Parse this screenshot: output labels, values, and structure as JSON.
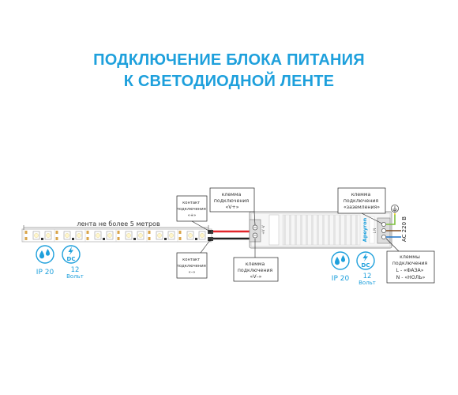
{
  "title": {
    "line1": "ПОДКЛЮЧЕНИЕ БЛОКА ПИТАНИЯ",
    "line2": "К СВЕТОДИОДНОЙ ЛЕНТЕ"
  },
  "strip": {
    "length_label": "лента не более 5 метров",
    "contact_plus": [
      "контакт",
      "подключения",
      "«+»"
    ],
    "contact_minus": [
      "контакт",
      "подключения",
      "«–»"
    ]
  },
  "psu": {
    "terminal_vplus": [
      "клемма",
      "подключения",
      "«V+»"
    ],
    "terminal_vminus": [
      "клемма",
      "подключения",
      "«V–»"
    ],
    "terminal_ground": [
      "клемма",
      "подключения",
      "«заземления»"
    ],
    "terminal_ac": [
      "клеммы",
      "подключения",
      "L - «ФАЗА»",
      "N - «НОЛЬ»"
    ],
    "ac_label": "AC 220 В",
    "brand": "Apeyron",
    "out_label": "+V -V",
    "in_label": "L N"
  },
  "strip_badges": {
    "ip": "IP 20",
    "voltage": "12",
    "voltage_unit": "Вольт",
    "dc": "DC"
  },
  "psu_badges": {
    "ip": "IP 20",
    "voltage": "12",
    "voltage_unit": "Вольт",
    "dc": "DC"
  },
  "colors": {
    "accent": "#1ea0dc",
    "wire_positive": "#e3262b",
    "wire_negative": "#222222",
    "wire_live": "#7a4a21",
    "wire_neutral": "#1e73c8",
    "wire_earth": "#7cbf3a"
  },
  "icons": {
    "water": "water-drops-icon",
    "dc": "dc-power-icon",
    "ground": "ground-symbol-icon"
  }
}
